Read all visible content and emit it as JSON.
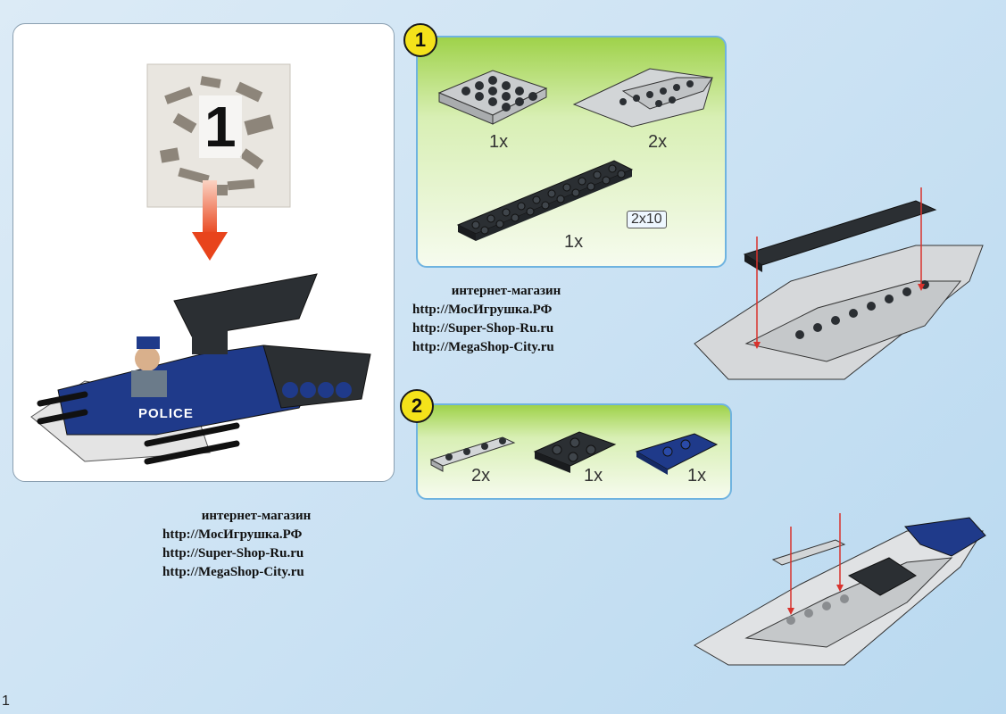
{
  "bag": {
    "number": "1"
  },
  "model": {
    "label": "POLICE"
  },
  "steps": [
    {
      "badge": "1",
      "parts": [
        {
          "qty": "1x"
        },
        {
          "qty": "2x"
        },
        {
          "qty": "1x",
          "size": "2x10"
        }
      ]
    },
    {
      "badge": "2",
      "parts": [
        {
          "qty": "2x"
        },
        {
          "qty": "1x"
        },
        {
          "qty": "1x"
        }
      ]
    }
  ],
  "shop": {
    "heading": "интернет-магазин",
    "links": [
      "http://МосИгрушка.РФ",
      "http://Super-Shop-Ru.ru",
      "http://MegaShop-City.ru"
    ]
  },
  "page_number": "1",
  "colors": {
    "step_badge": "#f4e21a",
    "step_box_green": "#9fd24a",
    "arrow_red": "#e8441c",
    "brick_dark": "#2b2f33",
    "brick_light": "#c9ccce",
    "brick_blue": "#1f3a8a"
  }
}
